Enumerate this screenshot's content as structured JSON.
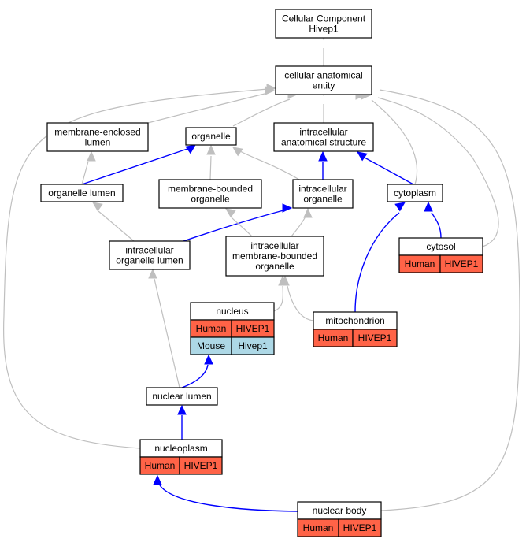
{
  "colors": {
    "human": "#ff6347",
    "mouse": "#add8e6",
    "edge_is_a": "#bfbfbf",
    "edge_part_of": "#0000ff"
  },
  "nodes": {
    "root": {
      "lines": [
        "Cellular Component",
        "Hivep1"
      ]
    },
    "cae": {
      "lines": [
        "cellular anatomical",
        "entity"
      ]
    },
    "mel": {
      "lines": [
        "membrane-enclosed",
        "lumen"
      ]
    },
    "org": {
      "lines": [
        "organelle"
      ]
    },
    "ias": {
      "lines": [
        "intracellular",
        "anatomical structure"
      ]
    },
    "orglumen": {
      "lines": [
        "organelle lumen"
      ]
    },
    "mbo": {
      "lines": [
        "membrane-bounded",
        "organelle"
      ]
    },
    "io": {
      "lines": [
        "intracellular",
        "organelle"
      ]
    },
    "cyto": {
      "lines": [
        "cytoplasm"
      ]
    },
    "iol": {
      "lines": [
        "intracellular",
        "organelle lumen"
      ]
    },
    "imbo": {
      "lines": [
        "intracellular",
        "membrane-bounded",
        "organelle"
      ]
    },
    "cytosol": {
      "lines": [
        "cytosol"
      ],
      "rows": [
        [
          "Human",
          "HIVEP1"
        ]
      ]
    },
    "nucleus": {
      "lines": [
        "nucleus"
      ],
      "rows": [
        [
          "Human",
          "HIVEP1"
        ],
        [
          "Mouse",
          "Hivep1"
        ]
      ]
    },
    "mito": {
      "lines": [
        "mitochondrion"
      ],
      "rows": [
        [
          "Human",
          "HIVEP1"
        ]
      ]
    },
    "nl": {
      "lines": [
        "nuclear lumen"
      ]
    },
    "np": {
      "lines": [
        "nucleoplasm"
      ],
      "rows": [
        [
          "Human",
          "HIVEP1"
        ]
      ]
    },
    "nb": {
      "lines": [
        "nuclear body"
      ],
      "rows": [
        [
          "Human",
          "HIVEP1"
        ]
      ]
    }
  },
  "edges": [
    {
      "from": "cae",
      "to": "root",
      "kind": "is_a"
    },
    {
      "from": "mel",
      "to": "cae",
      "kind": "is_a"
    },
    {
      "from": "org",
      "to": "cae",
      "kind": "is_a"
    },
    {
      "from": "ias",
      "to": "cae",
      "kind": "is_a"
    },
    {
      "from": "cyto",
      "to": "cae",
      "kind": "is_a"
    },
    {
      "from": "cytosol",
      "to": "cae",
      "kind": "is_a"
    },
    {
      "from": "np",
      "to": "cae",
      "kind": "is_a"
    },
    {
      "from": "nb",
      "to": "cae",
      "kind": "is_a"
    },
    {
      "from": "orglumen",
      "to": "mel",
      "kind": "is_a"
    },
    {
      "from": "orglumen",
      "to": "org",
      "kind": "part_of"
    },
    {
      "from": "mbo",
      "to": "org",
      "kind": "is_a"
    },
    {
      "from": "io",
      "to": "org",
      "kind": "is_a"
    },
    {
      "from": "io",
      "to": "ias",
      "kind": "part_of"
    },
    {
      "from": "cyto",
      "to": "ias",
      "kind": "part_of"
    },
    {
      "from": "iol",
      "to": "orglumen",
      "kind": "is_a"
    },
    {
      "from": "iol",
      "to": "io",
      "kind": "part_of"
    },
    {
      "from": "imbo",
      "to": "mbo",
      "kind": "is_a"
    },
    {
      "from": "imbo",
      "to": "io",
      "kind": "is_a"
    },
    {
      "from": "cytosol",
      "to": "cyto",
      "kind": "part_of"
    },
    {
      "from": "mito",
      "to": "cyto",
      "kind": "part_of"
    },
    {
      "from": "nucleus",
      "to": "imbo",
      "kind": "is_a"
    },
    {
      "from": "mito",
      "to": "imbo",
      "kind": "is_a"
    },
    {
      "from": "nl",
      "to": "iol",
      "kind": "is_a"
    },
    {
      "from": "nl",
      "to": "nucleus",
      "kind": "part_of"
    },
    {
      "from": "np",
      "to": "nl",
      "kind": "part_of"
    },
    {
      "from": "nb",
      "to": "np",
      "kind": "part_of"
    }
  ]
}
